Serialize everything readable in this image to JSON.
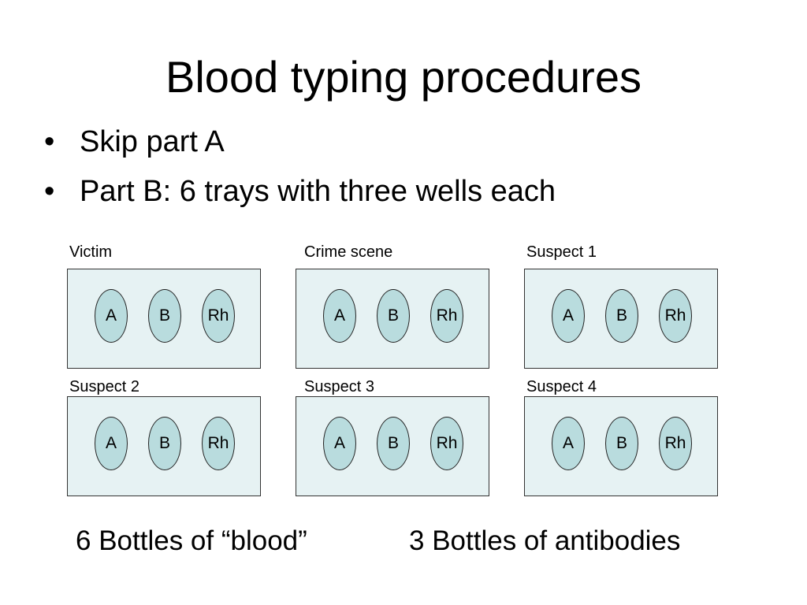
{
  "slide": {
    "title": "Blood typing procedures",
    "bullets": [
      "Skip part A",
      "Part B: 6 trays with three wells each"
    ],
    "bullet_char": "•"
  },
  "trays": [
    {
      "label": "Victim",
      "wells": [
        "A",
        "B",
        "Rh"
      ]
    },
    {
      "label": "Crime scene",
      "wells": [
        "A",
        "B",
        "Rh"
      ]
    },
    {
      "label": "Suspect 1",
      "wells": [
        "A",
        "B",
        "Rh"
      ]
    },
    {
      "label": "Suspect 2",
      "wells": [
        "A",
        "B",
        "Rh"
      ]
    },
    {
      "label": "Suspect 3",
      "wells": [
        "A",
        "B",
        "Rh"
      ]
    },
    {
      "label": "Suspect 4",
      "wells": [
        "A",
        "B",
        "Rh"
      ]
    }
  ],
  "footer": {
    "left": "6 Bottles of “blood”",
    "right": "3 Bottles of antibodies"
  },
  "colors": {
    "tray_fill": "#e6f2f3",
    "well_fill": "#b9dcde"
  }
}
